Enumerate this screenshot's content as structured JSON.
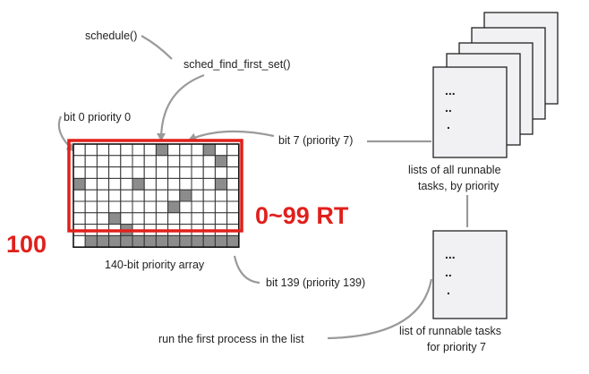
{
  "labels": {
    "schedule": "schedule()",
    "find_first_set": "sched_find_first_set()",
    "bit0": "bit 0 priority 0",
    "bit7": "bit 7 (priority 7)",
    "bit139": "bit 139 (priority 139)",
    "array": "140-bit priority array",
    "all_lists_line1": "lists of all runnable",
    "all_lists_line2": "tasks, by priority",
    "prio7_line1": "list of runnable tasks",
    "prio7_line2": "for priority 7",
    "run_first": "run the first process in the list"
  },
  "annotations": {
    "rt_range": "0~99 RT",
    "count": "100"
  },
  "list_marks": {
    "dots3": "...",
    "dots2": "..",
    "dot1": "."
  },
  "colors": {
    "highlight": "#e0201c",
    "bit_set": "#8c8c8c",
    "grid_line": "#333333",
    "arrow": "#9a9a9a",
    "card_fill": "#f1f1f3"
  },
  "grid": {
    "cols": 14,
    "rows": 9,
    "set_cells": [
      [
        0,
        7
      ],
      [
        0,
        11
      ],
      [
        1,
        12
      ],
      [
        3,
        0
      ],
      [
        3,
        5
      ],
      [
        3,
        12
      ],
      [
        4,
        9
      ],
      [
        5,
        8
      ],
      [
        6,
        3
      ],
      [
        7,
        4
      ],
      [
        8,
        1
      ],
      [
        8,
        2
      ],
      [
        8,
        3
      ],
      [
        8,
        4
      ],
      [
        8,
        5
      ],
      [
        8,
        6
      ],
      [
        8,
        7
      ],
      [
        8,
        8
      ],
      [
        8,
        9
      ],
      [
        8,
        10
      ],
      [
        8,
        11
      ],
      [
        8,
        12
      ],
      [
        8,
        13
      ]
    ]
  }
}
